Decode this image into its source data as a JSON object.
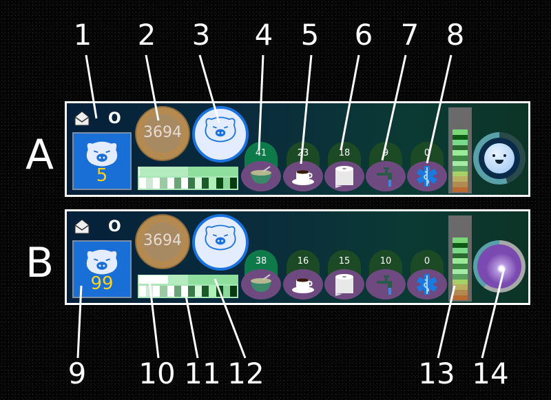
{
  "callouts_top": [
    "1",
    "2",
    "3",
    "4",
    "5",
    "6",
    "7",
    "8"
  ],
  "callouts_bottom": [
    "9",
    "10",
    "11",
    "12",
    "13",
    "14"
  ],
  "rows": [
    {
      "label": "A",
      "mail_icon": "envelope-icon",
      "mail_count": "O",
      "level": "5",
      "coins": "3694",
      "progress_fraction": 0.0,
      "resources": [
        {
          "icon": "soup-bowl-icon",
          "value": "41"
        },
        {
          "icon": "coffee-cup-icon",
          "value": "23"
        },
        {
          "icon": "toilet-paper-icon",
          "value": "18"
        },
        {
          "icon": "water-tap-icon",
          "value": "9"
        },
        {
          "icon": "medical-icon",
          "value": "0"
        }
      ],
      "status_icon": "happy-moon-icon"
    },
    {
      "label": "B",
      "mail_icon": "envelope-icon",
      "mail_count": "O",
      "level": "99",
      "coins": "3694",
      "progress_fraction": 0.3,
      "resources": [
        {
          "icon": "soup-bowl-icon",
          "value": "38"
        },
        {
          "icon": "coffee-cup-icon",
          "value": "16"
        },
        {
          "icon": "toilet-paper-icon",
          "value": "15"
        },
        {
          "icon": "water-tap-icon",
          "value": "10"
        },
        {
          "icon": "medical-icon",
          "value": "0"
        }
      ],
      "status_icon": "sparkle-orb-icon"
    }
  ],
  "colors": {
    "accent_blue": "#1a72e0",
    "level_yellow": "#ffd21a",
    "resource_purple": "#6e4a80"
  }
}
